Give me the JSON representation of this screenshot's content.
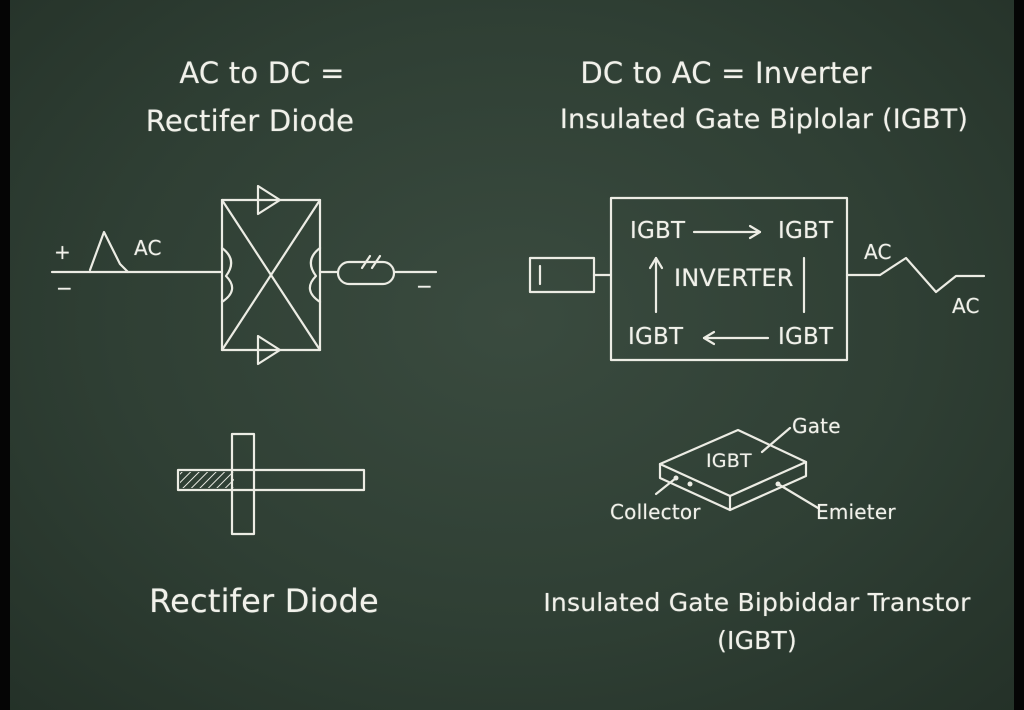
{
  "left": {
    "title_line1": "AC to DC =",
    "title_line2": "Rectifer Diode",
    "plus": "+",
    "minus_left": "−",
    "minus_right": "−",
    "ac_label": "AC",
    "caption": "Rectifer Diode"
  },
  "right": {
    "title_line1": "DC to AC = Inverter",
    "title_line2": "Insulated Gate Biplolar (IGBT)",
    "igbt_top_left": "IGBT",
    "igbt_top_right": "IGBT",
    "igbt_bottom_left": "IGBT",
    "igbt_bottom_right": "IGBT",
    "inverter_label": "INVERTER",
    "ac_out_1": "AC",
    "ac_out_2": "AC",
    "chip_label": "IGBT",
    "gate_label": "Gate",
    "collector_label": "Collector",
    "emitter_label": "Emieter",
    "caption_line1": "Insulated Gate Bipbiddar Transtor",
    "caption_line2": "(IGBT)"
  },
  "colors": {
    "board": "#2f3f34",
    "chalk": "#ecece4"
  }
}
